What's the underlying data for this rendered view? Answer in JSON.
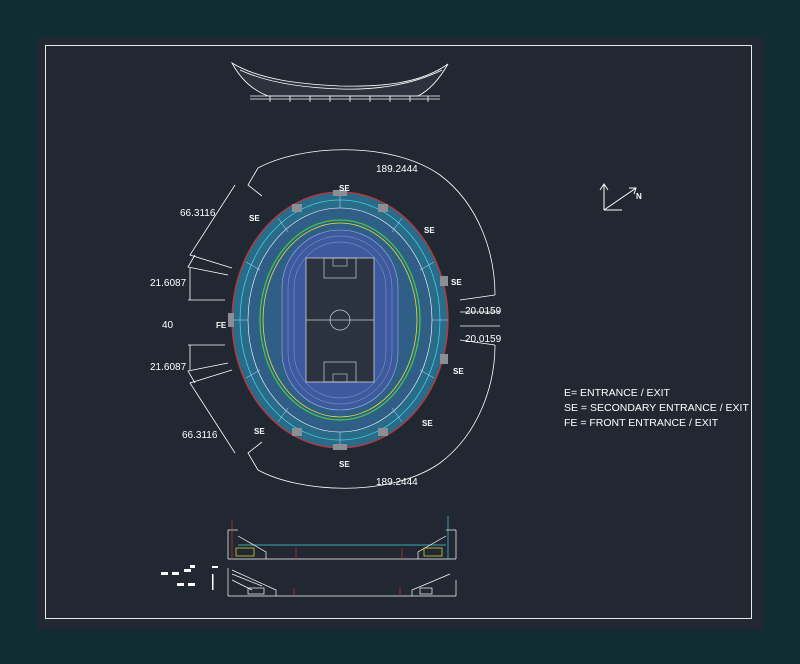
{
  "dimensions": {
    "top_arc": "189.2444",
    "bottom_arc": "189.2444",
    "left_upper_outer": "66.3116",
    "left_upper_inner": "21.6087",
    "left_center": "40",
    "left_lower_inner": "21.6087",
    "left_lower_outer": "66.3116",
    "right_upper": "20.0159",
    "right_lower": "20.0159"
  },
  "entrance_labels": {
    "top": "SE",
    "top_left": "SE",
    "top_right": "SE",
    "right_upper": "SE",
    "right_lower": "SE",
    "bottom_right": "SE",
    "bottom": "SE",
    "bottom_left": "SE",
    "left": "FE"
  },
  "north_label": "N",
  "legend": [
    "E= ENTRANCE / EXIT",
    "SE = SECONDARY ENTRANCE / EXIT",
    "FE = FRONT ENTRANCE / EXIT"
  ],
  "colors": {
    "background": "#0f2d33",
    "drawing_area": "#212831",
    "linework": "#ffffff",
    "stand_fill": "#2a6b8a",
    "track": "#3d5a9e",
    "field_line": "#cfcfcf",
    "accent_green": "#44cc44",
    "accent_yellow": "#e6e33a",
    "accent_red": "#cc3333",
    "accent_cyan": "#3fd0e0"
  }
}
